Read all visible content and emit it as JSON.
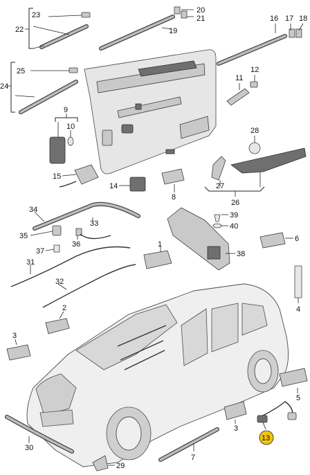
{
  "diagram": {
    "highlight_color": "#f2c40f",
    "labels": {
      "p1": "1",
      "p2": "2",
      "p3": "3",
      "p4": "4",
      "p5": "5",
      "p6": "6",
      "p7": "7",
      "p8": "8",
      "p9": "9",
      "p10": "10",
      "p11": "11",
      "p12": "12",
      "p13": "13",
      "p14": "14",
      "p15": "15",
      "p16": "16",
      "p17": "17",
      "p18": "18",
      "p19": "19",
      "p20": "20",
      "p21": "21",
      "p22": "22",
      "p23": "23",
      "p24": "24",
      "p25": "25",
      "p26": "26",
      "p27": "27",
      "p28": "28",
      "p29": "29",
      "p30": "30",
      "p31": "31",
      "p32": "32",
      "p33": "33",
      "p34": "34",
      "p35": "35",
      "p36": "36",
      "p37": "37",
      "p38": "38",
      "p39": "39",
      "p40": "40"
    }
  }
}
